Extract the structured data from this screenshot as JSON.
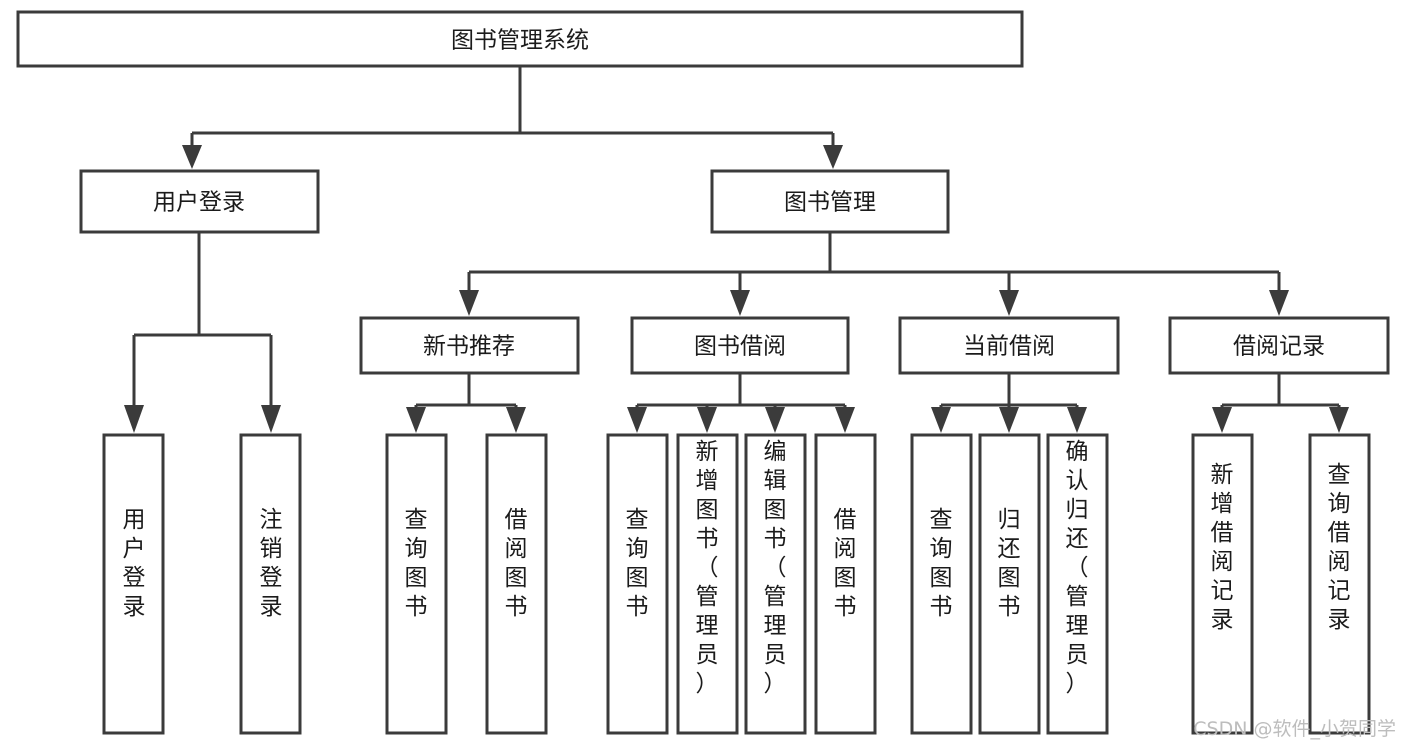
{
  "diagram": {
    "title": "图书管理系统",
    "type": "tree-hierarchy",
    "root": {
      "id": "root",
      "label": "图书管理系统"
    },
    "level2": [
      {
        "id": "user-login",
        "label": "用户登录"
      },
      {
        "id": "book-manage",
        "label": "图书管理"
      }
    ],
    "level3": [
      {
        "id": "new-book-recommend",
        "label": "新书推荐",
        "parent": "book-manage"
      },
      {
        "id": "book-borrow",
        "label": "图书借阅",
        "parent": "book-manage"
      },
      {
        "id": "current-borrow",
        "label": "当前借阅",
        "parent": "book-manage"
      },
      {
        "id": "borrow-record",
        "label": "借阅记录",
        "parent": "book-manage"
      }
    ],
    "leaves": {
      "user-login": [
        {
          "id": "leaf-user-login",
          "label": "用户登录"
        },
        {
          "id": "leaf-logout",
          "label": "注销登录"
        }
      ],
      "new-book-recommend": [
        {
          "id": "leaf-query-book-1",
          "label": "查询图书"
        },
        {
          "id": "leaf-borrow-book-1",
          "label": "借阅图书"
        }
      ],
      "book-borrow": [
        {
          "id": "leaf-query-book-2",
          "label": "查询图书"
        },
        {
          "id": "leaf-add-book",
          "label": "新增图书（管理员）"
        },
        {
          "id": "leaf-edit-book",
          "label": "编辑图书（管理员）"
        },
        {
          "id": "leaf-borrow-book-2",
          "label": "借阅图书"
        }
      ],
      "current-borrow": [
        {
          "id": "leaf-query-book-3",
          "label": "查询图书"
        },
        {
          "id": "leaf-return-book",
          "label": "归还图书"
        },
        {
          "id": "leaf-confirm-return",
          "label": "确认归还（管理员）"
        }
      ],
      "borrow-record": [
        {
          "id": "leaf-add-record",
          "label": "新增借阅记录"
        },
        {
          "id": "leaf-query-record",
          "label": "查询借阅记录"
        }
      ]
    }
  },
  "watermark": {
    "text": "CSDN @软件_小贺同学"
  },
  "colors": {
    "background": "#ffffff",
    "box_fill": "#ffffff",
    "box_stroke": "#3b3b3b",
    "text": "#1b1b1b",
    "watermark": "#bdbdbd"
  }
}
